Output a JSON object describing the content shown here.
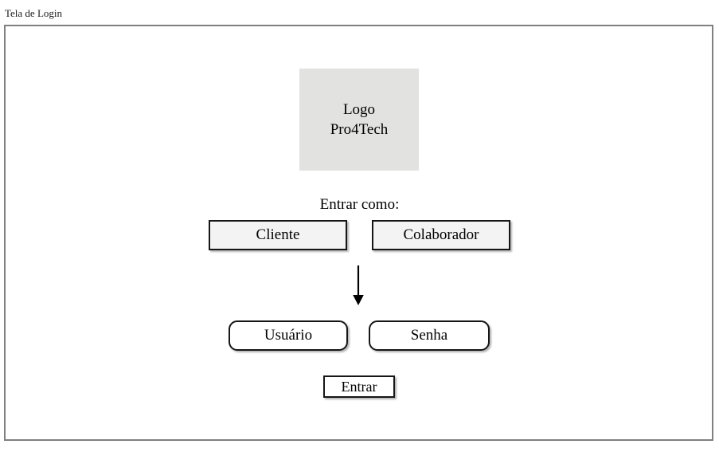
{
  "caption": "Tela de Login",
  "frame": {
    "border_color": "#808080",
    "background": "#ffffff"
  },
  "logo": {
    "line1": "Logo",
    "line2": "Pro4Tech",
    "fill_color": "#e2e2e0"
  },
  "role_section": {
    "prompt": "Entrar como:",
    "options": [
      {
        "label": "Cliente"
      },
      {
        "label": "Colaborador"
      }
    ],
    "button_fill": "#f3f3f3",
    "button_border": "#161616"
  },
  "arrow": {
    "name": "down-arrow",
    "direction": "down",
    "color": "#000000"
  },
  "login_form": {
    "fields": [
      {
        "label": "Usuário"
      },
      {
        "label": "Senha"
      }
    ],
    "submit_label": "Entrar",
    "field_fill": "#ffffff",
    "field_border": "#161616"
  }
}
